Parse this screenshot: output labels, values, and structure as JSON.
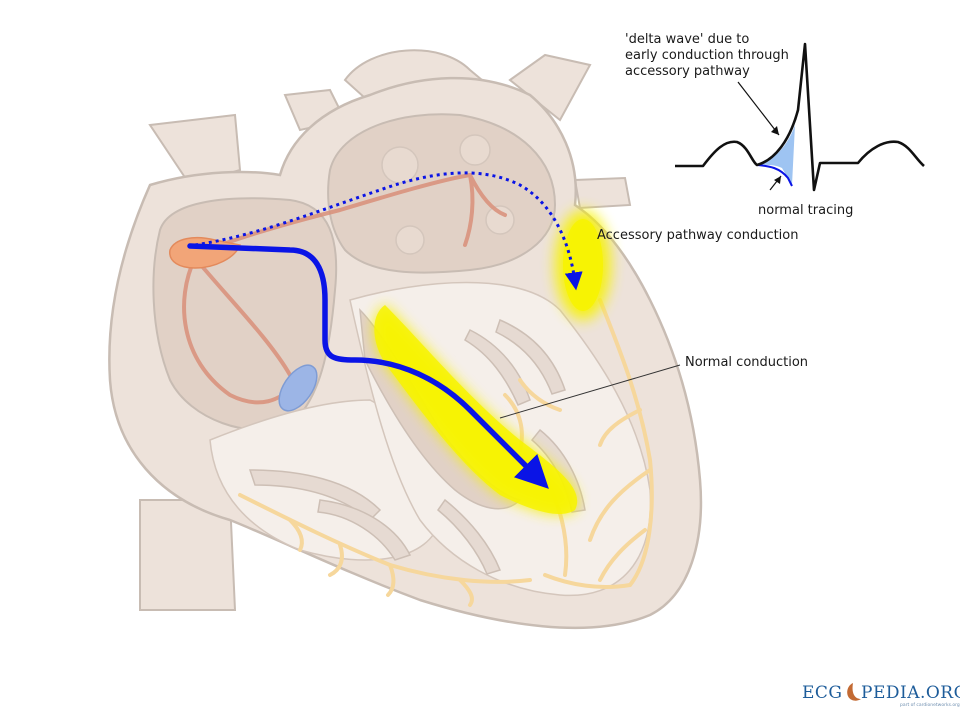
{
  "labels": {
    "delta_wave": [
      "'delta wave' due to",
      "early conduction through",
      "accessory pathway"
    ],
    "normal_tracing": "normal tracing",
    "accessory_conduction": "Accessory pathway conduction",
    "normal_conduction": "Normal conduction"
  },
  "logo": {
    "left": "ECG",
    "right": "PEDIA.ORG",
    "sub": "part of cardionetworks.org"
  },
  "colors": {
    "tissue": "#ede2da",
    "tissue_dark": "#e1d1c6",
    "outline": "#c8bcb3",
    "purkinje": "#f6d79c",
    "pathway": "#0a14e6",
    "highlight": "#f7f300",
    "sa_node": "#f2a578",
    "av_node": "#9cb5e6",
    "internodal": "#d9907a",
    "delta_fill": "#9ec4f2"
  }
}
